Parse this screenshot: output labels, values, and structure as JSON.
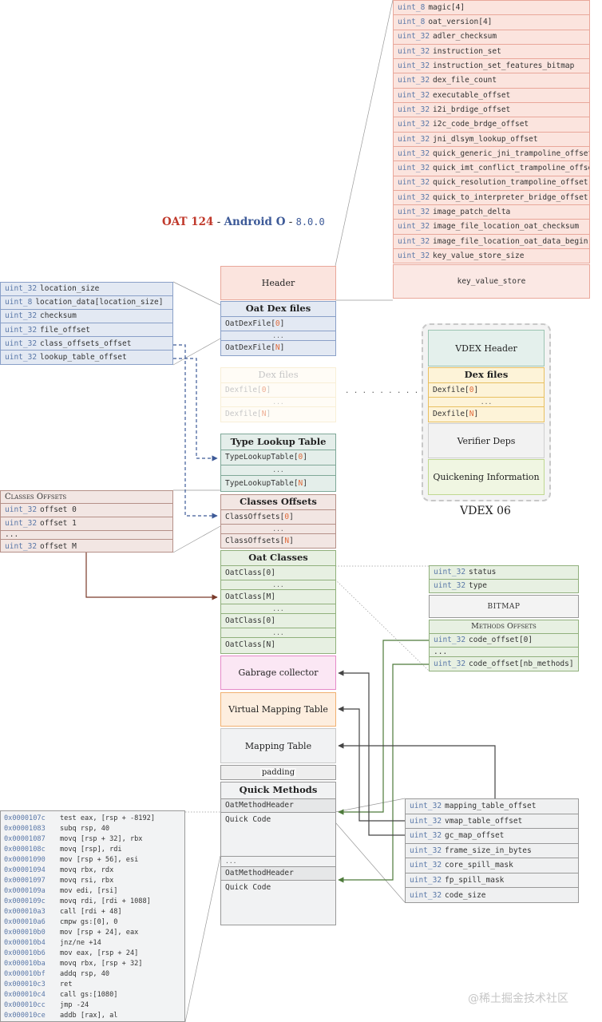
{
  "title": {
    "oat": "OAT 124",
    "sep1": " - ",
    "android": "Android O",
    "sep2": " - ",
    "version": "8.0.0"
  },
  "colors": {
    "red": "#c0392b",
    "blue": "#3d5a98",
    "green": "#4d7a3a",
    "brown": "#7a3a2a",
    "oat_header_fill": "#fbe4de",
    "dex_fill": "#e3e9f3",
    "type_lookup_fill": "#e4eeea",
    "classes_offsets_fill": "#f2e6e3",
    "oat_classes_fill": "#e7f0e2",
    "gc_fill": "#fbe7f4",
    "vmt_fill": "#fdeedf",
    "grey_fill": "#f1f2f3"
  },
  "oat_header_fields": [
    {
      "type": "uint_8",
      "name": "magic[4]"
    },
    {
      "type": "uint_8",
      "name": "oat_version[4]"
    },
    {
      "type": "uint_32",
      "name": "adler_checksum"
    },
    {
      "type": "uint_32",
      "name": "instruction_set"
    },
    {
      "type": "uint_32",
      "name": "instruction_set_features_bitmap"
    },
    {
      "type": "uint_32",
      "name": "dex_file_count"
    },
    {
      "type": "uint_32",
      "name": "executable_offset"
    },
    {
      "type": "uint_32",
      "name": "i2i_brdige_offset"
    },
    {
      "type": "uint_32",
      "name": "i2c_code_brdge_offset"
    },
    {
      "type": "uint_32",
      "name": "jni_dlsym_lookup_offset"
    },
    {
      "type": "uint_32",
      "name": "quick_generic_jni_trampoline_offset"
    },
    {
      "type": "uint_32",
      "name": "quick_imt_conflict_trampoline_offset"
    },
    {
      "type": "uint_32",
      "name": "quick_resolution_trampoline_offset"
    },
    {
      "type": "uint_32",
      "name": "quick_to_interpreter_bridge_offset"
    },
    {
      "type": "uint_32",
      "name": "image_patch_delta"
    },
    {
      "type": "uint_32",
      "name": "image_file_location_oat_checksum"
    },
    {
      "type": "uint_32",
      "name": "image_file_location_oat_data_begin"
    },
    {
      "type": "uint_32",
      "name": "key_value_store_size"
    }
  ],
  "key_value_store": "key_value_store",
  "header_label": "Header",
  "oat_dex_files": {
    "title": "Oat Dex files",
    "item_prefix": "OatDexFile[",
    "first_index": "0",
    "last_index": "N",
    "item_suffix": "]",
    "ellipsis": "..."
  },
  "oat_dex_file_fields": [
    {
      "type": "uint_32",
      "name": "location_size"
    },
    {
      "type": "uint_8",
      "name": "location_data[location_size]"
    },
    {
      "type": "uint_32",
      "name": "checksum"
    },
    {
      "type": "uint_32",
      "name": "file_offset"
    },
    {
      "type": "uint_32",
      "name": "class_offsets_offset"
    },
    {
      "type": "uint_32",
      "name": "lookup_table_offset"
    }
  ],
  "dex_files_faded": {
    "title": "Dex files",
    "item_prefix": "Dexfile[",
    "first_index": "0",
    "last_index": "N",
    "item_suffix": "]",
    "ellipsis": "..."
  },
  "dots_link": ". . . . . . . . . . . . .",
  "vdex": {
    "header": "VDEX Header",
    "dex_title": "Dex files",
    "item_prefix": "Dexfile[",
    "first_index": "0",
    "last_index": "N",
    "item_suffix": "]",
    "ellipsis": "...",
    "verifier": "Verifier Deps",
    "quickening": "Quickening Information",
    "caption": "VDEX 06"
  },
  "type_lookup": {
    "title": "Type Lookup Table",
    "item_prefix": "TypeLookupTable[",
    "first_index": "0",
    "last_index": "N",
    "item_suffix": "]",
    "ellipsis": "..."
  },
  "classes_offsets": {
    "title": "Classes Offsets",
    "item_prefix": "ClassOffsets[",
    "first_index": "0",
    "last_index": "N",
    "item_suffix": "]",
    "ellipsis": "..."
  },
  "classes_offsets_detail": {
    "title": "Classes Offsets",
    "rows": [
      {
        "type": "uint_32",
        "name": "offset 0"
      },
      {
        "type": "uint_32",
        "name": "offset 1"
      },
      {
        "type": "",
        "name": "..."
      },
      {
        "type": "uint_32",
        "name": "offset M"
      }
    ]
  },
  "oat_classes": {
    "title": "Oat Classes",
    "items": [
      "OatClass[0]",
      "...",
      "OatClass[M]",
      "...",
      "OatClass[0]",
      "...",
      "OatClass[N]"
    ]
  },
  "oat_class_detail": {
    "rows": [
      {
        "type": "uint_32",
        "name": "status"
      },
      {
        "type": "uint_32",
        "name": "type"
      }
    ],
    "bitmap": "bitmap",
    "methods_title": "Methods Offsets",
    "method_rows": [
      {
        "type": "uint_32",
        "name": "code_offset[0]"
      },
      {
        "type": "",
        "name": "..."
      },
      {
        "type": "uint_32",
        "name": "code_offset[nb_methods]"
      }
    ]
  },
  "gc_label": "Gabrage collector",
  "vmt_label": "Virtual Mapping Table",
  "mapping_label": "Mapping Table",
  "padding_label": "padding",
  "quick_methods": {
    "title": "Quick Methods",
    "header1": "OatMethodHeader",
    "code1": "Quick Code",
    "ellipsis": "...",
    "header2": "OatMethodHeader",
    "code2": "Quick Code"
  },
  "method_header_fields": [
    {
      "type": "uint_32",
      "name": "mapping_table_offset"
    },
    {
      "type": "uint_32",
      "name": "vmap_table_offset"
    },
    {
      "type": "uint_32",
      "name": "gc_map_offset"
    },
    {
      "type": "uint_32",
      "name": "frame_size_in_bytes"
    },
    {
      "type": "uint_32",
      "name": "core_spill_mask"
    },
    {
      "type": "uint_32",
      "name": "fp_spill_mask"
    },
    {
      "type": "uint_32",
      "name": "code_size"
    }
  ],
  "assembly": [
    {
      "addr": "0x0000107c",
      "ins": "test eax, [rsp + -8192]"
    },
    {
      "addr": "0x00001083",
      "ins": "subq rsp, 40"
    },
    {
      "addr": "0x00001087",
      "ins": "movq [rsp + 32], rbx"
    },
    {
      "addr": "0x0000108c",
      "ins": "movq [rsp], rdi"
    },
    {
      "addr": "0x00001090",
      "ins": "mov [rsp + 56], esi"
    },
    {
      "addr": "0x00001094",
      "ins": "movq rbx, rdx"
    },
    {
      "addr": "0x00001097",
      "ins": "movq rsi, rbx"
    },
    {
      "addr": "0x0000109a",
      "ins": "mov edi, [rsi]"
    },
    {
      "addr": "0x0000109c",
      "ins": "movq rdi, [rdi + 1088]"
    },
    {
      "addr": "0x000010a3",
      "ins": "call [rdi + 48]"
    },
    {
      "addr": "0x000010a6",
      "ins": "cmpw gs:[0], 0"
    },
    {
      "addr": "0x000010b0",
      "ins": "mov [rsp + 24], eax"
    },
    {
      "addr": "0x000010b4",
      "ins": "jnz/ne +14"
    },
    {
      "addr": "0x000010b6",
      "ins": "mov eax, [rsp + 24]"
    },
    {
      "addr": "0x000010ba",
      "ins": "movq rbx, [rsp + 32]"
    },
    {
      "addr": "0x000010bf",
      "ins": "addq rsp, 40"
    },
    {
      "addr": "0x000010c3",
      "ins": "ret"
    },
    {
      "addr": "0x000010c4",
      "ins": "call gs:[1080]"
    },
    {
      "addr": "0x000010cc",
      "ins": "jmp -24"
    },
    {
      "addr": "0x000010ce",
      "ins": "addb [rax], al"
    }
  ],
  "watermark": "@稀土掘金技术社区"
}
